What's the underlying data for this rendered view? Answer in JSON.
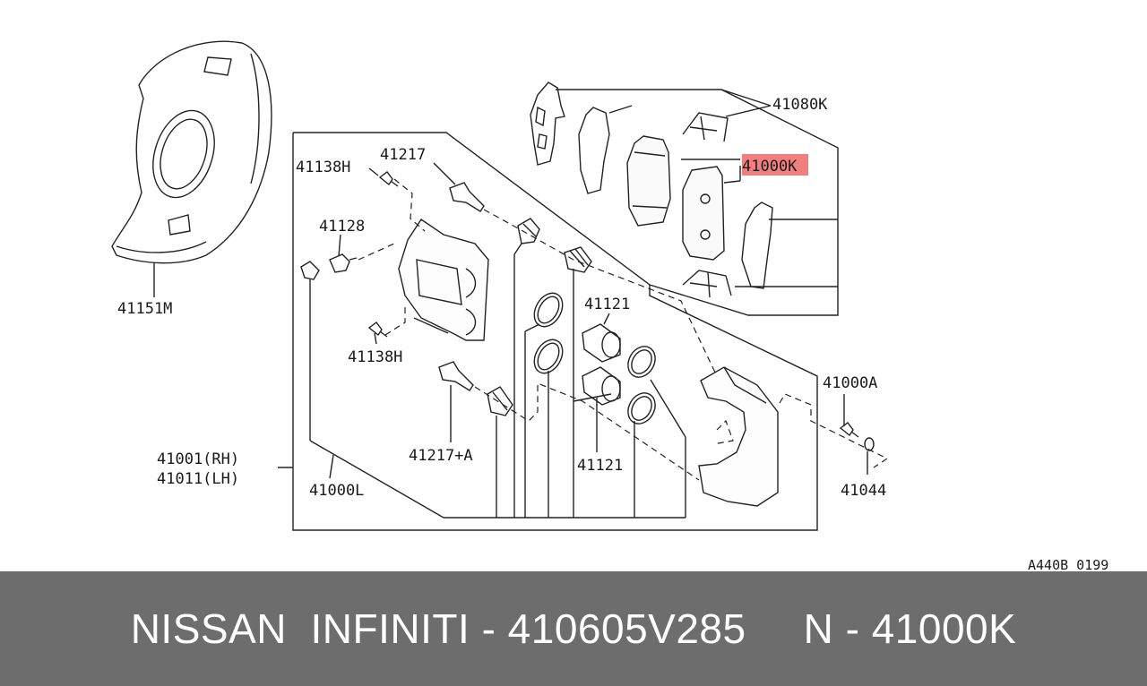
{
  "diagram": {
    "labels": {
      "p41080K": "41080K",
      "p41000K": "41000K",
      "p41217": "41217",
      "p41138H_top": "41138H",
      "p41128": "41128",
      "p41151M": "41151M",
      "p41121_top": "41121",
      "p41138H_bottom": "41138H",
      "p41000A": "41000A",
      "p41001": "41001(RH)",
      "p41011": "41011(LH)",
      "p41217A": "41217+A",
      "p41121_bottom": "41121",
      "p41000L": "41000L",
      "p41044": "41044"
    },
    "code": "A440B 0199",
    "highlight_color": "#f08080"
  },
  "footer": {
    "brand": "NISSAN  INFINITI - 410605V285",
    "part": "N - 41000K"
  }
}
